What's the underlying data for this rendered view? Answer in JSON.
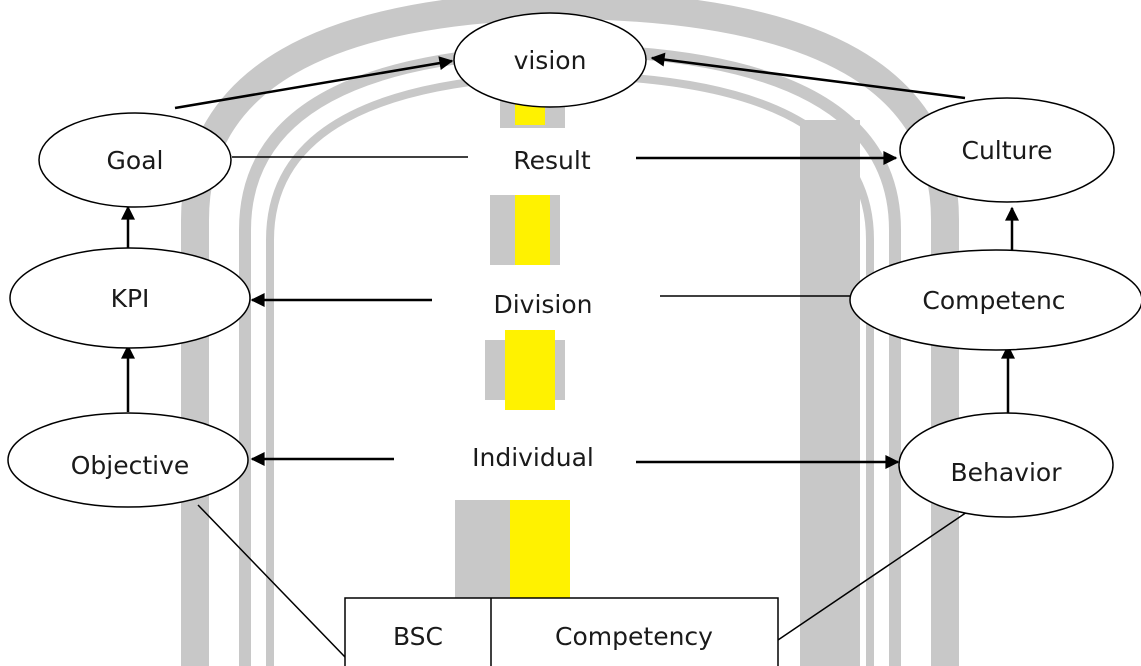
{
  "colors": {
    "watermark_gray": "#c8c8c8",
    "watermark_yellow": "#fff200",
    "stroke": "#000000",
    "text": "#1a1a1a"
  },
  "nodes": {
    "vision": "vision",
    "goal": "Goal",
    "culture": "Culture",
    "kpi": "KPI",
    "competence": "Competenc",
    "objective": "Objective",
    "behavior": "Behavior"
  },
  "labels": {
    "result": "Result",
    "division": "Division",
    "individual": "Individual"
  },
  "table": {
    "bsc": "BSC",
    "competency": "Competency"
  }
}
